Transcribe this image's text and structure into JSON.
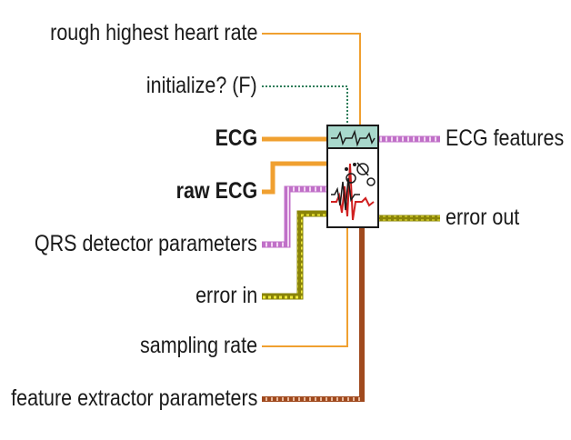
{
  "inputs": {
    "rough_highest_heart_rate": "rough highest heart rate",
    "initialize": "initialize? (F)",
    "ecg": "ECG",
    "raw_ecg": "raw ECG",
    "qrs_detector_parameters": "QRS detector parameters",
    "error_in": "error in",
    "sampling_rate": "sampling rate",
    "feature_extractor_parameters": "feature extractor parameters"
  },
  "outputs": {
    "ecg_features": "ECG features",
    "error_out": "error out"
  },
  "icon": {
    "banner_glyph": "ecg-waveform-icon",
    "body_glyph": "ecg-feature-extraction-icon"
  },
  "colors": {
    "numeric_wire": "#f0a030",
    "cluster_wire": "#c070c8",
    "error_wire": "#a8a010",
    "feature_wire": "#b05a2a",
    "boolean_wire": "#2e7d5a",
    "icon_banner": "#a8d8cc"
  }
}
